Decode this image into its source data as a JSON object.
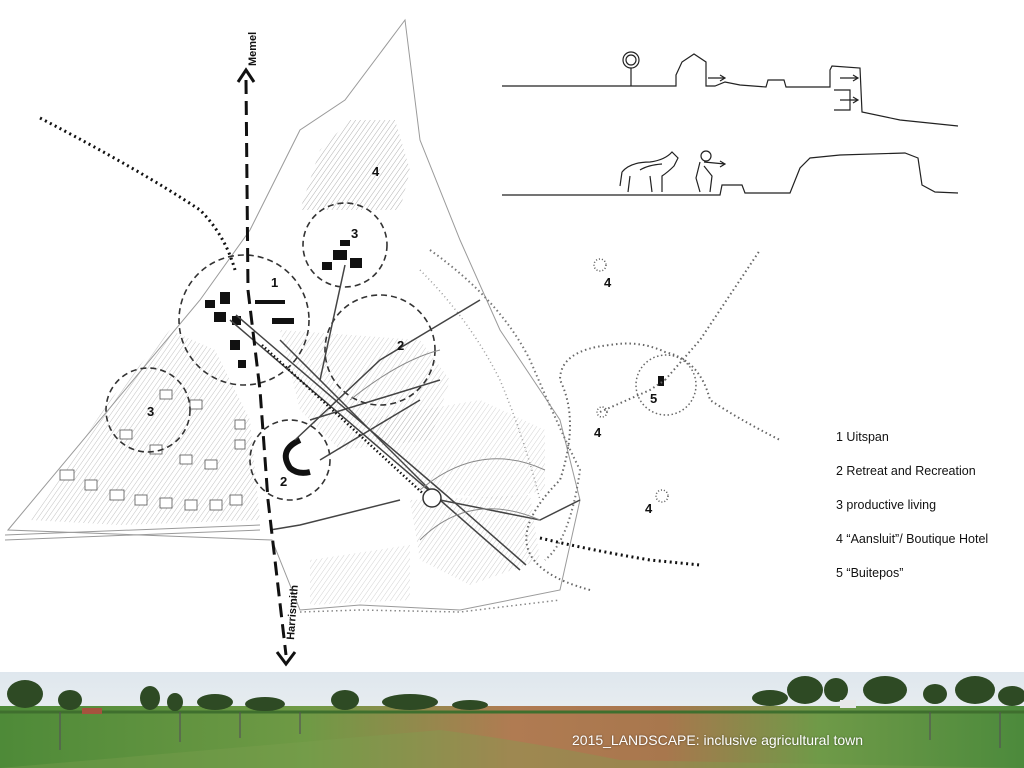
{
  "labels": {
    "road_north": "Memel",
    "road_south": "Harrismith"
  },
  "zones": [
    {
      "id": "zone-1",
      "number": "1"
    },
    {
      "id": "zone-2a",
      "number": "2"
    },
    {
      "id": "zone-2b",
      "number": "2"
    },
    {
      "id": "zone-3a",
      "number": "3"
    },
    {
      "id": "zone-3b",
      "number": "3"
    },
    {
      "id": "zone-4a",
      "number": "4"
    },
    {
      "id": "zone-4b",
      "number": "4"
    },
    {
      "id": "zone-4c",
      "number": "4"
    },
    {
      "id": "zone-4d",
      "number": "4"
    },
    {
      "id": "zone-5",
      "number": "5"
    }
  ],
  "legend": [
    "1 Uitspan",
    "2 Retreat and Recreation",
    "3 productive living",
    "4 “Aansluit”/ Boutique Hotel",
    "5 “Buitepos”"
  ],
  "caption": "2015_LANDSCAPE: inclusive agricultural town",
  "colors": {
    "background": "#ffffff",
    "sketch_line": "#222222",
    "hatch_gray": "#bdbdbd",
    "sky": "#e9eef2",
    "field_green": "#4f8f3a",
    "soil": "#a06a45",
    "caption_text": "#ffffff"
  },
  "icons": [
    "north-arrow-icon",
    "south-arrow-icon"
  ]
}
